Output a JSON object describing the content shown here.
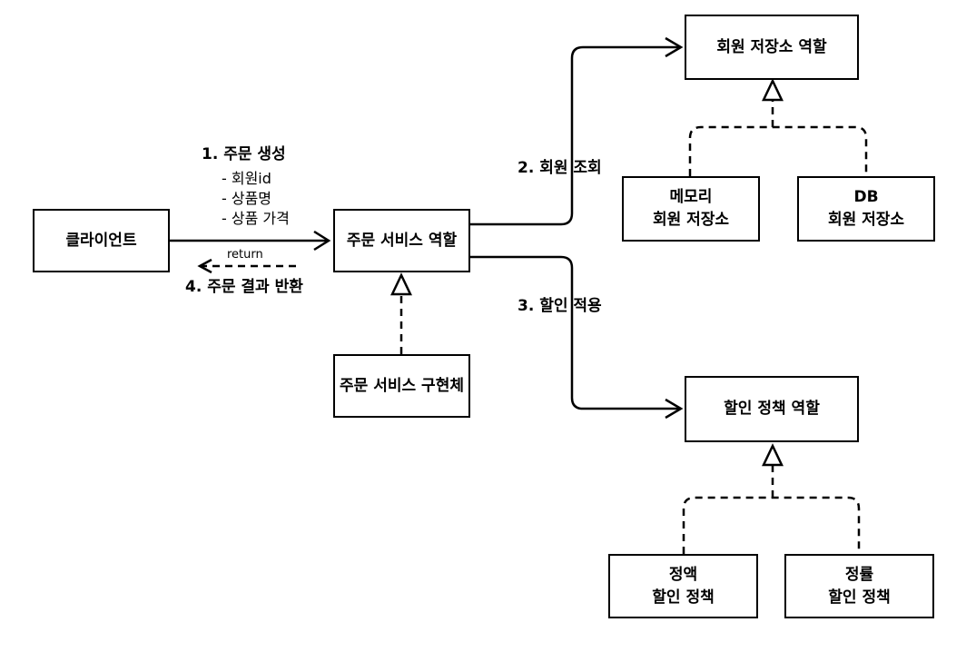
{
  "nodes": {
    "client": "클라이언트",
    "order_service_role": "주문 서비스 역할",
    "order_service_impl": "주문 서비스 구현체",
    "member_repo_role": "회원 저장소 역할",
    "memory_repo": [
      "메모리",
      "회원 저장소"
    ],
    "db_repo": [
      "DB",
      "회원 저장소"
    ],
    "discount_policy_role": "할인 정책 역할",
    "fixed_discount": [
      "정액",
      "할인 정책"
    ],
    "rate_discount": [
      "정률",
      "할인 정책"
    ]
  },
  "edges": {
    "create_order": "1. 주문 생성",
    "create_order_params": [
      "- 회원id",
      "- 상품명",
      "- 상품 가격"
    ],
    "lookup_member": "2. 회원 조회",
    "apply_discount": "3. 할인 적용",
    "return_label": "return",
    "return_result": "4. 주문 결과 반환"
  }
}
